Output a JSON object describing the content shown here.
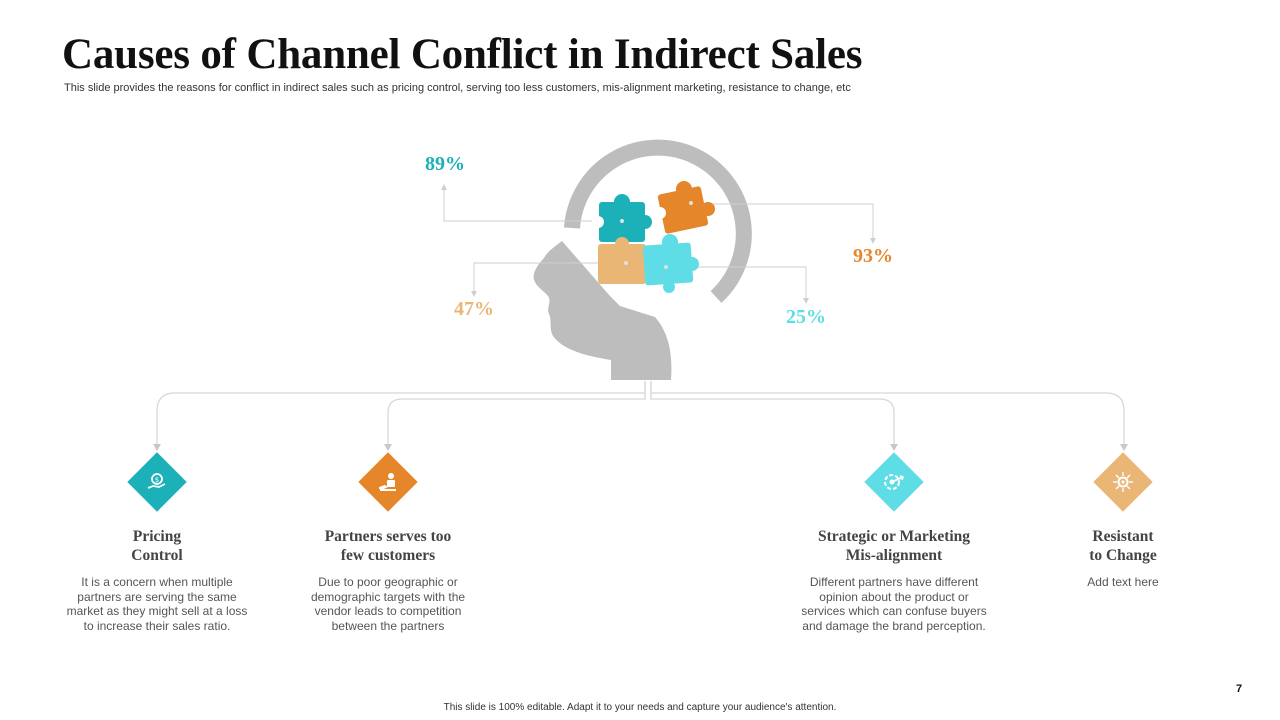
{
  "slide": {
    "title": "Causes of Channel Conflict in Indirect Sales",
    "subtitle": "This slide provides the reasons for conflict in indirect sales such as pricing control, serving too less customers, mis-alignment marketing, resistance to change, etc",
    "footer": "This slide is 100% editable. Adapt it to your needs and capture your audience's attention.",
    "page_number": "7"
  },
  "colors": {
    "teal": "#1cb0b8",
    "orange": "#e5862a",
    "peach": "#e9b676",
    "cyan": "#5fdde6",
    "head": "#bdbdbd"
  },
  "percentages": [
    {
      "label": "89%",
      "color": "#1cb0b8"
    },
    {
      "label": "93%",
      "color": "#e5862a"
    },
    {
      "label": "47%",
      "color": "#e9b676"
    },
    {
      "label": "25%",
      "color": "#5fdde6"
    }
  ],
  "items": [
    {
      "title": "Pricing\nControl",
      "description": "It is a concern when multiple\npartners are serving the same\nmarket as they might sell at a loss\nto increase their sales ratio.",
      "icon": "money-hand-icon",
      "color": "#1cb0b8"
    },
    {
      "title": "Partners serves too\nfew customers",
      "description": "Due to poor geographic or\ndemographic targets with the\nvendor leads to competition\nbetween the partners",
      "icon": "handshake-icon",
      "color": "#e5862a"
    },
    {
      "title": "Strategic or Marketing\nMis-alignment",
      "description": "Different partners have different\nopinion about the product or\nservices which can confuse buyers\nand damage the brand perception.",
      "icon": "target-gear-icon",
      "color": "#5fdde6"
    },
    {
      "title": "Resistant\nto Change",
      "description": "Add text here",
      "icon": "gear-network-icon",
      "color": "#e9b676"
    }
  ]
}
